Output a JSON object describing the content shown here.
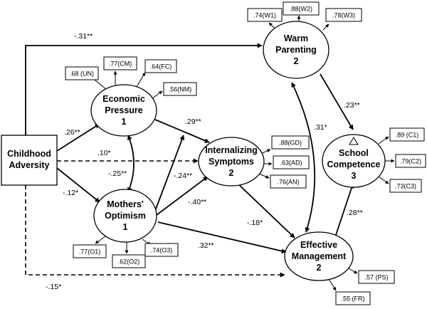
{
  "constructs": {
    "childhood_adversity": [
      "Childhood",
      "Adversity"
    ],
    "economic_pressure": [
      "Economic",
      "Pressure",
      "1"
    ],
    "mothers_optimism": [
      "Mothers'",
      "Optimism",
      "1"
    ],
    "internalizing_symptoms": [
      "Internalizing",
      "Symptoms",
      "2"
    ],
    "warm_parenting": [
      "Warm",
      "Parenting",
      "2"
    ],
    "effective_management": [
      "Effective",
      "Management",
      "2"
    ],
    "school_competence": [
      "School",
      "Competence",
      "3"
    ]
  },
  "indicators": {
    "economic_pressure": [
      ".68 (UN)",
      ".77(CM)",
      ".64(FC)",
      ".56(NM)"
    ],
    "mothers_optimism": [
      ".77(O1)",
      ".62(O2)",
      ".74(O3)"
    ],
    "internalizing_symptoms": [
      ".88(GD)",
      ".63(AD)",
      ".76(AN)"
    ],
    "warm_parenting": [
      ".74(W1)",
      ".88(W2)",
      ".78(W3)"
    ],
    "school_competence": [
      ".89 (C1)",
      ".79(C2)",
      ".73(C3)"
    ],
    "effective_management": [
      ".57 (PS)",
      ".55 (FR)"
    ]
  },
  "paths": {
    "ca_wp": "-.31**",
    "ca_ep": ".26**",
    "ca_is": ".10*",
    "ca_mo": "-.12*",
    "ca_em": "-.15*",
    "ep_mo": "-.25**",
    "ep_is": ".29**",
    "mo_is": "-.40**",
    "mo_ep": "-.24**",
    "mo_em": ".32**",
    "is_em": "-.18*",
    "wp_em": ".31*",
    "wp_sc": ".23**",
    "em_sc": ".28**"
  }
}
